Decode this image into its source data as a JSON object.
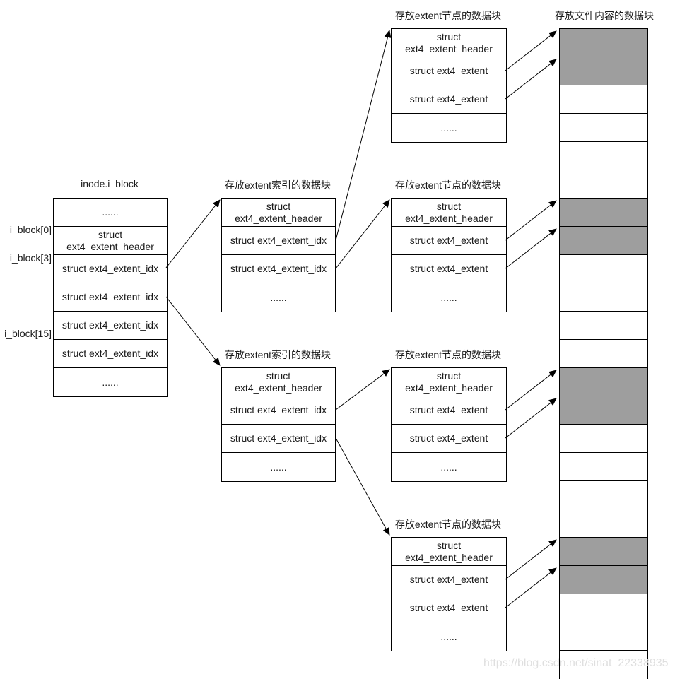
{
  "diagram": {
    "inode_table": {
      "title": "inode.i_block",
      "labels": [
        "i_block[0]",
        "i_block[3]",
        "i_block[15]"
      ],
      "rows": [
        "......",
        "struct\next4_extent_header",
        "struct ext4_extent_idx",
        "struct ext4_extent_idx",
        "struct ext4_extent_idx",
        "struct ext4_extent_idx",
        "......"
      ]
    },
    "index_blocks": [
      {
        "title": "存放extent索引的数据块",
        "rows": [
          "struct\next4_extent_header",
          "struct ext4_extent_idx",
          "struct ext4_extent_idx",
          "......"
        ]
      },
      {
        "title": "存放extent索引的数据块",
        "rows": [
          "struct\next4_extent_header",
          "struct ext4_extent_idx",
          "struct ext4_extent_idx",
          "......"
        ]
      }
    ],
    "node_blocks": [
      {
        "title": "存放extent节点的数据块",
        "rows": [
          "struct\next4_extent_header",
          "struct ext4_extent",
          "struct ext4_extent",
          "......"
        ]
      },
      {
        "title": "存放extent节点的数据块",
        "rows": [
          "struct\next4_extent_header",
          "struct ext4_extent",
          "struct ext4_extent",
          "......"
        ]
      },
      {
        "title": "存放extent节点的数据块",
        "rows": [
          "struct\next4_extent_header",
          "struct ext4_extent",
          "struct ext4_extent",
          "......"
        ]
      },
      {
        "title": "存放extent节点的数据块",
        "rows": [
          "struct\next4_extent_header",
          "struct ext4_extent",
          "struct ext4_extent",
          "......"
        ]
      }
    ],
    "content_column": {
      "title": "存放文件内容的数据块",
      "row_count": 23,
      "gray_rows": [
        0,
        1,
        6,
        7,
        12,
        13,
        18,
        19
      ],
      "gray_color": "#9e9e9e",
      "line_color": "#000000"
    },
    "watermark": "https://blog.csdn.net/sinat_22338935"
  }
}
